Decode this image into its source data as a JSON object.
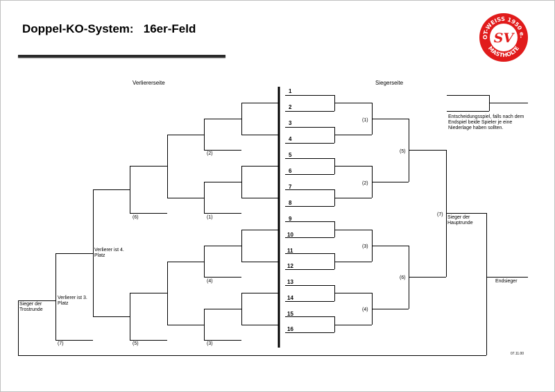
{
  "title": "Doppel-KO-System:   16er-Feld",
  "loser_side": "Verliererseite",
  "winner_side": "Siegerseite",
  "decider_note": "Entscheidungsspiel, falls nach dem Endspiel beide Spieler je eine Niederlage haben sollten.",
  "seeds": [
    "1",
    "2",
    "3",
    "4",
    "5",
    "6",
    "7",
    "8",
    "9",
    "10",
    "11",
    "12",
    "13",
    "14",
    "15",
    "16"
  ],
  "winner_matches": {
    "w1": "(1)",
    "w2": "(2)",
    "w3": "(3)",
    "w4": "(4)",
    "w5": "(5)",
    "w6": "(6)",
    "w7": "(7)"
  },
  "loser_matches": {
    "l1": "(1)",
    "l2": "(2)",
    "l3": "(3)",
    "l4": "(4)",
    "l5": "(5)",
    "l6": "(6)",
    "l7": "(7)"
  },
  "labels": {
    "main_winner": "Sieger der Hauptrunde",
    "final_winner": "Endsieger",
    "fourth_place": "Verlierer ist 4. Platz",
    "third_place": "Verlierer ist 3. Platz",
    "consolation_winner": "Sieger der Trostrunde"
  },
  "date": "07.11.00",
  "logo": {
    "top_text": "ROT-WEISS 1950 e.V.",
    "bottom_text": "MASTHOLTE",
    "monogram": "SV",
    "color": "#e11b1b"
  }
}
